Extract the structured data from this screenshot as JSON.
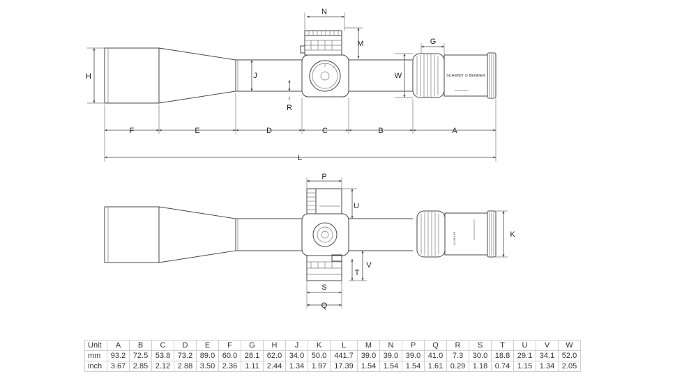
{
  "diagram": {
    "brand_text": "SCHMIDT ⊙ BENDER",
    "model_text": "10-40 x 56",
    "top_view_labels": [
      "N",
      "M",
      "G",
      "H",
      "J",
      "W",
      "R",
      "F",
      "E",
      "D",
      "C",
      "B",
      "A",
      "L"
    ],
    "side_view_labels": [
      "P",
      "U",
      "K",
      "V",
      "T",
      "S",
      "Q"
    ]
  },
  "table": {
    "headers": [
      "Unit",
      "A",
      "B",
      "C",
      "D",
      "E",
      "F",
      "G",
      "H",
      "J",
      "K",
      "L",
      "M",
      "N",
      "P",
      "Q",
      "R",
      "S",
      "T",
      "U",
      "V",
      "W"
    ],
    "rows": [
      [
        "mm",
        "93.2",
        "72.5",
        "53.8",
        "73.2",
        "89.0",
        "60.0",
        "28.1",
        "62.0",
        "34.0",
        "50.0",
        "441.7",
        "39.0",
        "39.0",
        "39.0",
        "41.0",
        "7.3",
        "30.0",
        "18.8",
        "29.1",
        "34.1",
        "52.0"
      ],
      [
        "inch",
        "3.67",
        "2.85",
        "2.12",
        "2.88",
        "3.50",
        "2.36",
        "1.11",
        "2.44",
        "1.34",
        "1.97",
        "17.39",
        "1.54",
        "1.54",
        "1.54",
        "1.61",
        "0.29",
        "1.18",
        "0.74",
        "1.15",
        "1.34",
        "2.05"
      ]
    ]
  }
}
